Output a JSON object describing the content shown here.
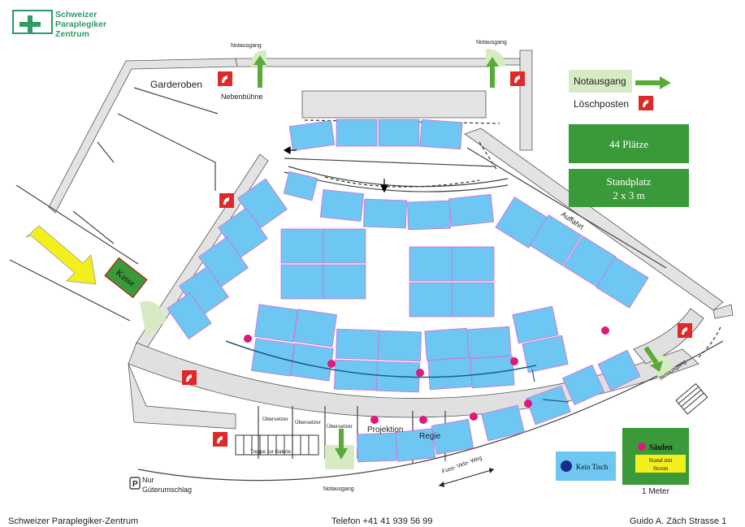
{
  "logo": {
    "lines": [
      "Schweizer",
      "Paraplegiker",
      "Zentrum"
    ],
    "brand_color": "#2f9a66"
  },
  "labels": {
    "garderoben": "Garderoben",
    "nebenbuehne": "Nebenbühne",
    "notausgang": "Notausgang",
    "auffahrt": "Auffahrt",
    "kasse": "Kasse",
    "projektion": "Projektion",
    "regie": "Regie",
    "uebersetzer": "Übersetzer",
    "treppe": "Treppe zur Galerie",
    "fuss_velo_weg": "Fuss- Velo- Weg",
    "nur": "Nur",
    "gueterumschlag": "Güterumschlag",
    "parking_symbol": "P"
  },
  "legend": {
    "notausgang": "Notausgang",
    "loeschposten": "Löschposten",
    "plaetze": "44 Plätze",
    "standplatz_line1": "Standplatz",
    "standplatz_line2": "2 x 3 m",
    "kein_tisch": "Kein Tisch",
    "saeulen": "Säulen",
    "strom_line1": "Stand mit",
    "strom_line2": "Strom",
    "scale": "1 Meter"
  },
  "footer": {
    "left": "Schweizer Paraplegiker-Zentrum",
    "center": "Telefon +41 41 939 56 99",
    "right": "Guido A. Zäch Strasse 1"
  },
  "colors": {
    "table": "#6ec6f2",
    "table_border": "#e06ad0",
    "wall": "#d9d9d9",
    "green": "#3a9a3a",
    "exit": "#d6ebc4",
    "fire": "#e02828",
    "column": "#e0187a",
    "arrow_yellow": "#f2ef1c",
    "strom": "#f2ef1c",
    "kein_tisch_bg": "#6ec6f2",
    "kein_tisch_dot": "#1a2a8a"
  }
}
